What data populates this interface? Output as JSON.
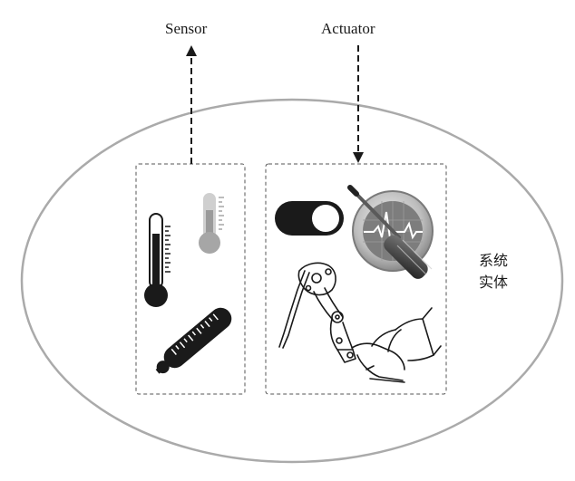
{
  "labels": {
    "sensor": "Sensor",
    "actuator": "Actuator",
    "entity_line1": "系统",
    "entity_line2": "实体"
  },
  "colors": {
    "ellipse_stroke": "#aaaaaa",
    "box_stroke": "#555555",
    "arrow": "#1a1a1a",
    "icon_dark": "#1a1a1a",
    "icon_gray": "#a6a6a6"
  }
}
